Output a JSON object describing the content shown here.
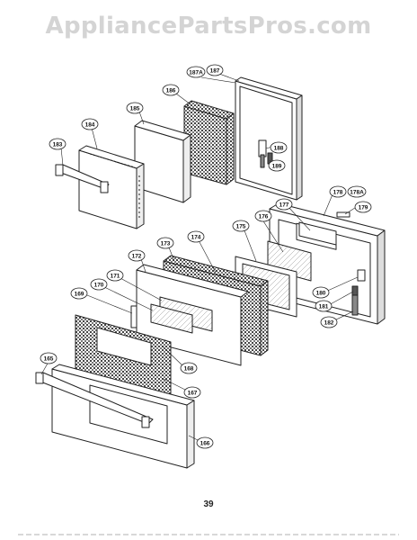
{
  "watermark": "AppliancePartsPros.com",
  "page_number": "39",
  "callouts": [
    "187A",
    "187",
    "186",
    "185",
    "184",
    "183",
    "188",
    "189",
    "178",
    "178A",
    "179",
    "177",
    "176",
    "175",
    "174",
    "173",
    "172",
    "171",
    "170",
    "169",
    "180",
    "181",
    "182",
    "168",
    "167",
    "165",
    "166"
  ]
}
